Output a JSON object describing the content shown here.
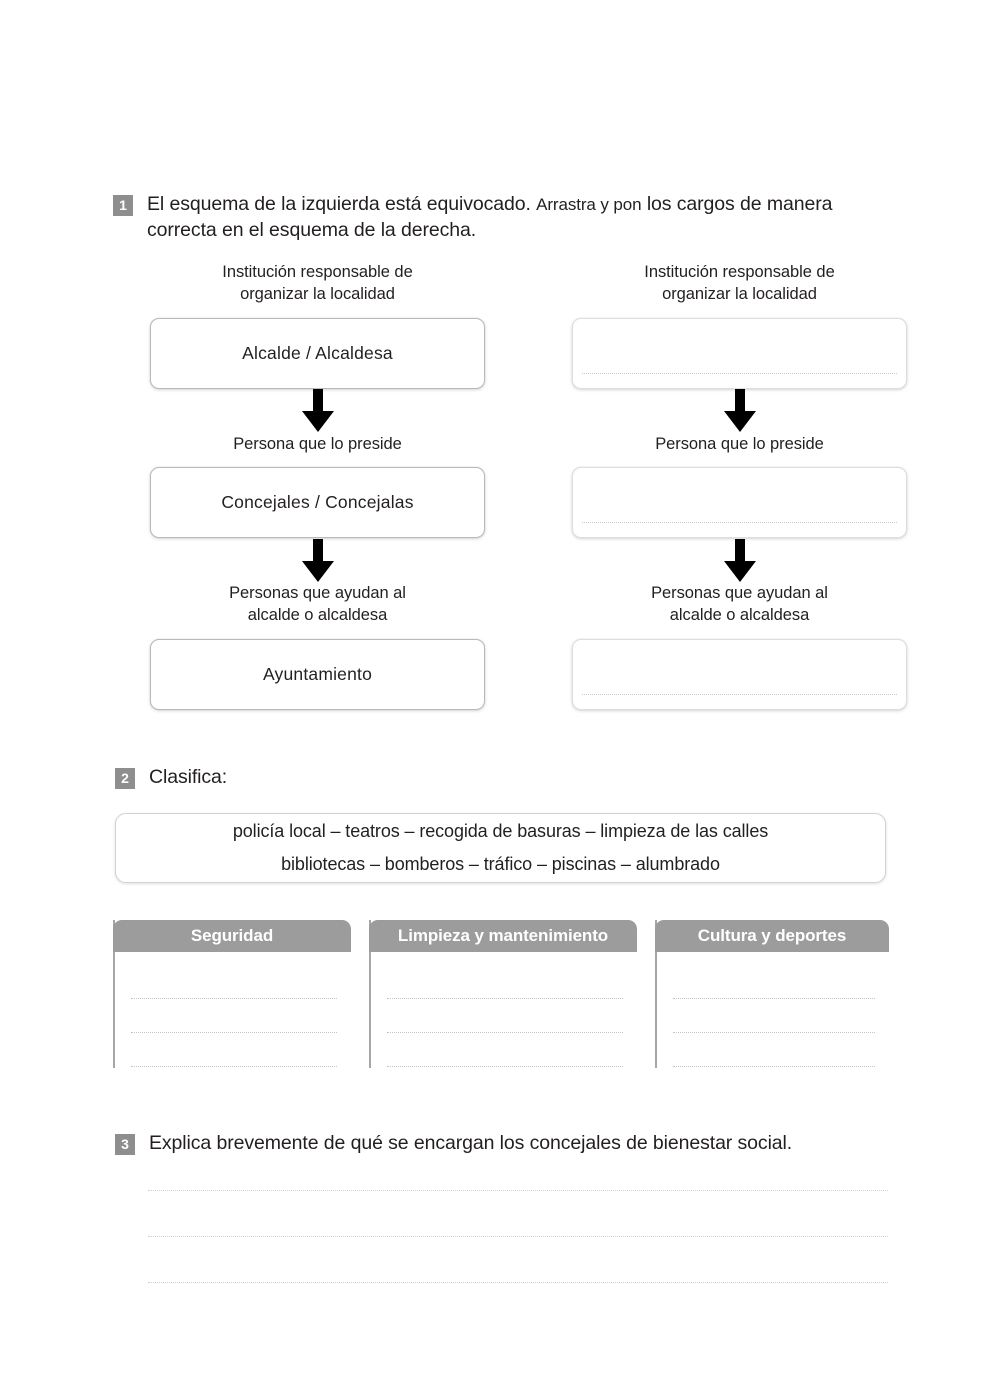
{
  "page": {
    "background": "#ffffff",
    "accent_gray": "#9c9c9c",
    "text_color": "#231f20"
  },
  "exercise1": {
    "number": "1",
    "prompt_main": "El esquema de la izquierda está equivocado.",
    "prompt_small": "Arrastra y pon",
    "prompt_rest": "los cargos de manera correcta en el esquema de la derecha.",
    "left_diagram": {
      "caption1_line1": "Institución responsable de",
      "caption1_line2": "organizar la localidad",
      "box1": "Alcalde  /  Alcaldesa",
      "caption2": "Persona que lo preside",
      "box2": "Concejales  /  Concejalas",
      "caption3_line1": "Personas que ayudan al",
      "caption3_line2": "alcalde o alcaldesa",
      "box3": "Ayuntamiento"
    },
    "right_diagram": {
      "caption1_line1": "Institución responsable de",
      "caption1_line2": "organizar la localidad",
      "box1": "",
      "caption2": "Persona que lo preside",
      "box2": "",
      "caption3_line1": "Personas que ayudan al",
      "caption3_line2": "alcalde o alcaldesa",
      "box3": ""
    }
  },
  "exercise2": {
    "number": "2",
    "prompt": "Clasifica:",
    "wordbank": {
      "line1": "policía local – teatros – recogida de basuras – limpieza de las calles",
      "line2": "bibliotecas – bomberos – tráfico – piscinas – alumbrado"
    },
    "columns": [
      {
        "header": "Seguridad",
        "answers": [
          "",
          "",
          ""
        ]
      },
      {
        "header": "Limpieza y mantenimiento",
        "answers": [
          "",
          "",
          ""
        ]
      },
      {
        "header": "Cultura y deportes",
        "answers": [
          "",
          "",
          ""
        ]
      }
    ]
  },
  "exercise3": {
    "number": "3",
    "prompt": "Explica brevemente de qué se encargan los concejales de bienestar social.",
    "answer_lines": [
      "",
      "",
      ""
    ]
  }
}
